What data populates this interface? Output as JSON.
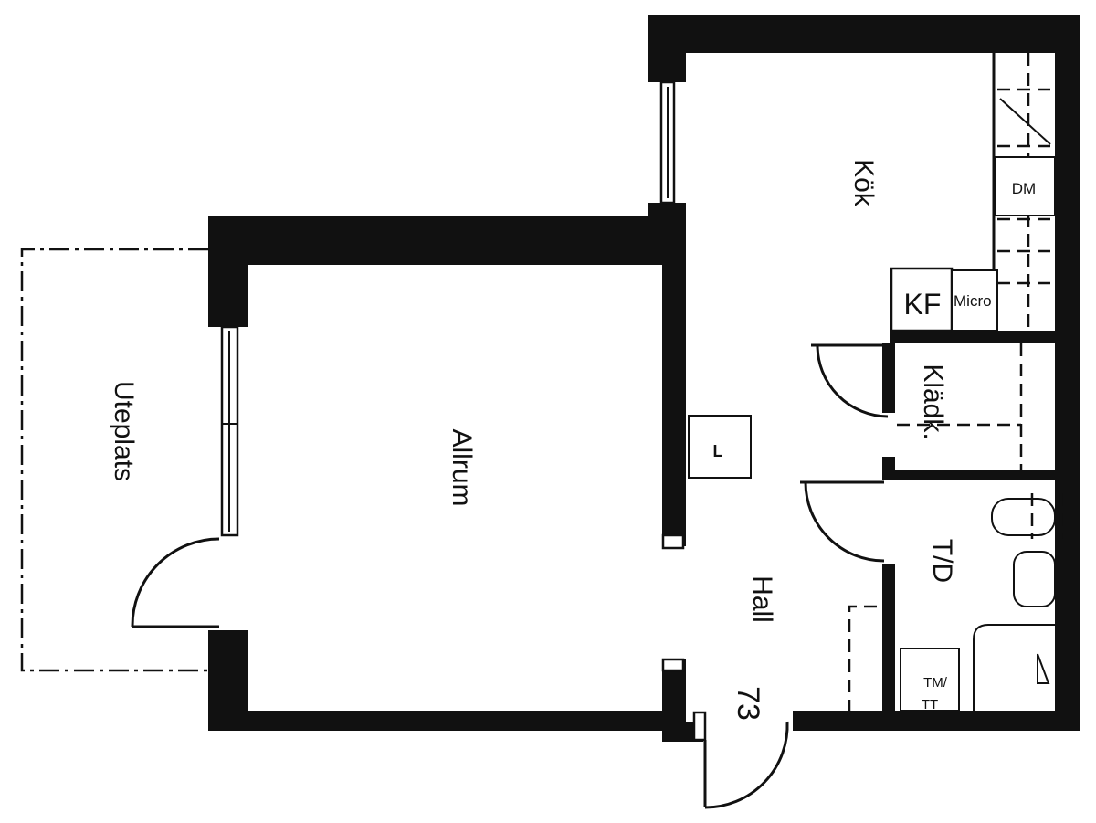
{
  "rooms": {
    "kitchen": "Kök",
    "closet": "Klädk.",
    "living": "Allrum",
    "patio": "Uteplats",
    "hall": "Hall",
    "bathroom": "T/D",
    "area": "73"
  },
  "appliances": {
    "dishwasher": "DM",
    "fridge_freezer": "KF",
    "microwave": "Micro",
    "laundry": "L",
    "washer_dryer_line1": "TM/",
    "washer_dryer_line2": "TT"
  }
}
